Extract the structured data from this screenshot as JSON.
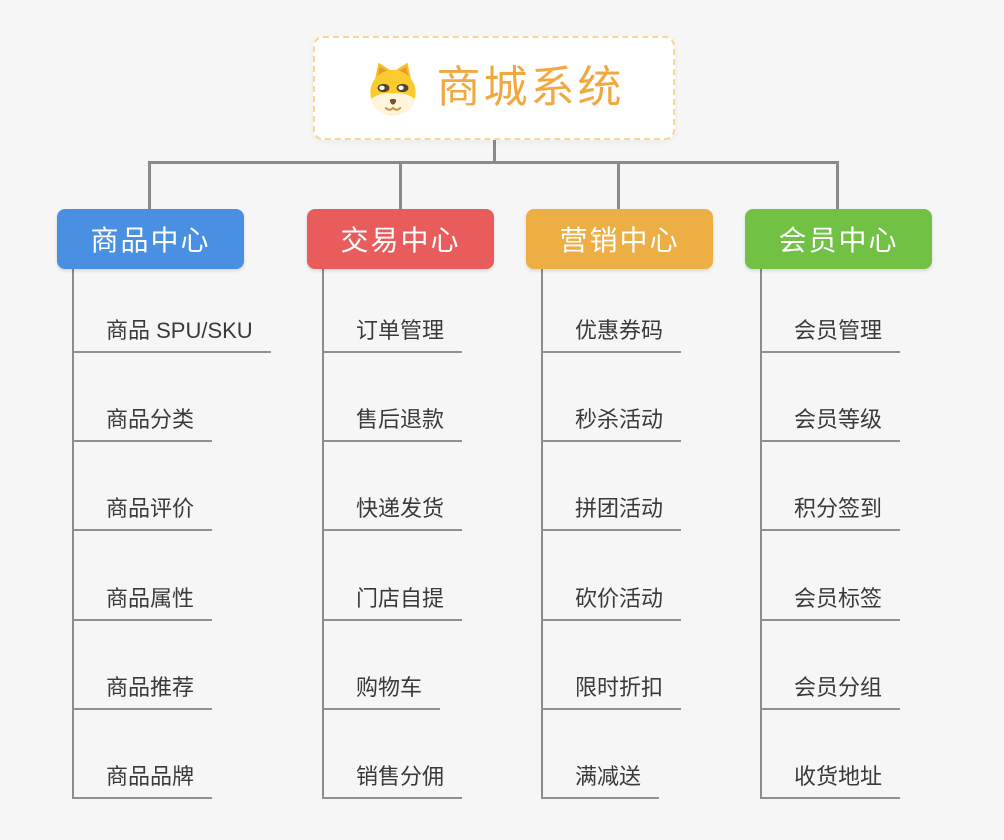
{
  "diagram": {
    "title": "商城系统",
    "background_color": "#F6F6F6",
    "connector_color": "#8A8A8A"
  },
  "root": {
    "title": "商城系统",
    "accent_color": "#F2A841",
    "border_color": "#F8D795",
    "icon": "doge-face-icon"
  },
  "branches": [
    {
      "label": "商品中心",
      "color": "#4A90E2",
      "children": [
        "商品 SPU/SKU",
        "商品分类",
        "商品评价",
        "商品属性",
        "商品推荐",
        "商品品牌"
      ]
    },
    {
      "label": "交易中心",
      "color": "#E85C5C",
      "children": [
        "订单管理",
        "售后退款",
        "快递发货",
        "门店自提",
        "购物车",
        "销售分佣"
      ]
    },
    {
      "label": "营销中心",
      "color": "#EDAE44",
      "children": [
        "优惠券码",
        "秒杀活动",
        "拼团活动",
        "砍价活动",
        "限时折扣",
        "满减送"
      ]
    },
    {
      "label": "会员中心",
      "color": "#70C144",
      "children": [
        "会员管理",
        "会员等级",
        "积分签到",
        "会员标签",
        "会员分组",
        "收货地址"
      ]
    }
  ]
}
